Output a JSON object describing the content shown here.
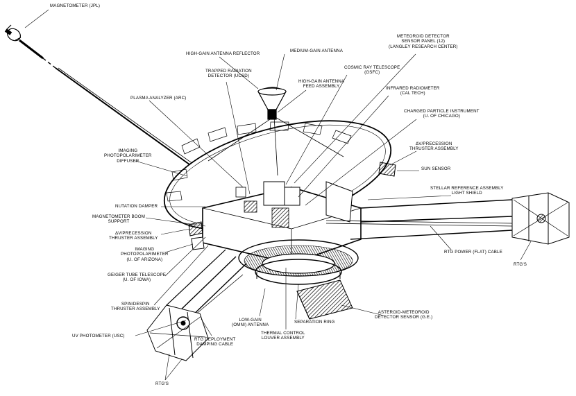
{
  "labels": {
    "magnetometer": "MAGNETOMETER (JPL)",
    "hga_reflector": "HIGH-GAIN ANTENNA REFLECTOR",
    "medium_gain_antenna": "MEDIUM-GAIN ANTENNA",
    "meteoroid_panel": "METEOROID DETECTOR\nSENSOR PANEL (12)\n(LANGLEY RESEARCH CENTER)",
    "trapped_radiation": "TRAPPED RADIATION\nDETECTOR (UCSD)",
    "cosmic_ray": "COSMIC RAY TELESCOPE\n(GSFC)",
    "hga_feed": "HIGH-GAIN ANTENNA\nFEED ASSEMBLY",
    "infrared_radiometer": "INFRARED RADIOMETER\n(CAL TECH)",
    "plasma_analyzer": "PLASMA ANALYZER (ARC)",
    "charged_particle": "CHARGED PARTICLE INSTRUMENT\n(U. OF CHICAGO)",
    "dv_precession_top": "ΔV/PRECESSION\nTHRUSTER ASSEMBLY",
    "imaging_diffuser": "IMAGING\nPHOTOPOLARIMETER\nDIFFUSER",
    "sun_sensor": "SUN SENSOR",
    "stellar_reference": "STELLAR REFERENCE ASSEMBLY\nLIGHT SHIELD",
    "nutation_damper": "NUTATION DAMPER",
    "magnetometer_boom": "MAGNETOMETER BOOM\nSUPPORT",
    "dv_precession_left": "ΔV/PRECESSION\nTHRUSTER ASSEMBLY",
    "imaging_arizona": "IMAGING\nPHOTOPOLARIMETER\n(U. OF ARIZONA)",
    "geiger_tube": "GEIGER TUBE TELESCOPE\n(U. OF IOWA)",
    "spin_despin": "SPIN/DESPIN\nTHRUSTER ASSEMBLY",
    "uv_photometer": "UV PHOTOMETER (USC)",
    "rtg_deployment": "RTG DEPLOYMENT\nDAMPING CABLE",
    "low_gain": "LOW-GAIN\n(OMNI) ANTENNA",
    "thermal_control": "THERMAL CONTROL\nLOUVER ASSEMBLY",
    "separation_ring": "SEPARATION RING",
    "asteroid_meteoroid": "ASTEROID-METEOROID\nDETECTOR SENSOR (G.E.)",
    "rtg_power_cable": "RTG POWER (FLAT) CABLE",
    "rtgs_right": "RTG'S",
    "rtgs_bottom": "RTG'S"
  }
}
